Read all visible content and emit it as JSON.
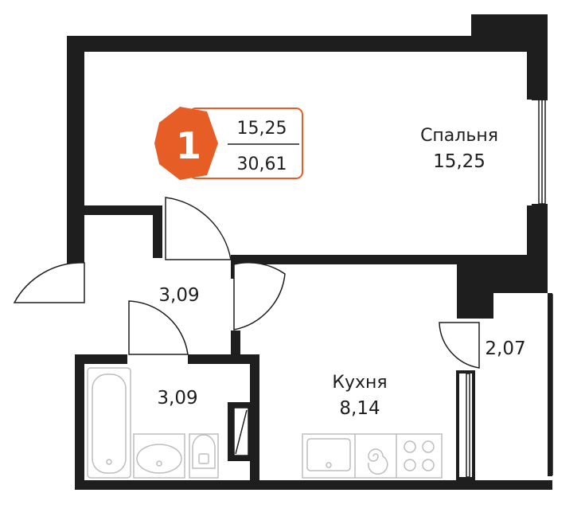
{
  "badge": {
    "rooms": "1",
    "living_area": "15,25",
    "total_area": "30,61",
    "accent": "#e65d26"
  },
  "rooms": {
    "bedroom": {
      "name": "Спальня",
      "area": "15,25"
    },
    "hall": {
      "area": "3,09"
    },
    "bathroom": {
      "area": "3,09"
    },
    "kitchen": {
      "name": "Кухня",
      "area": "8,14"
    },
    "balcony": {
      "area": "2,07"
    }
  },
  "colors": {
    "wall": "#1e1e1e",
    "fixture": "#bdbdbd",
    "line": "#1e1e1e"
  }
}
